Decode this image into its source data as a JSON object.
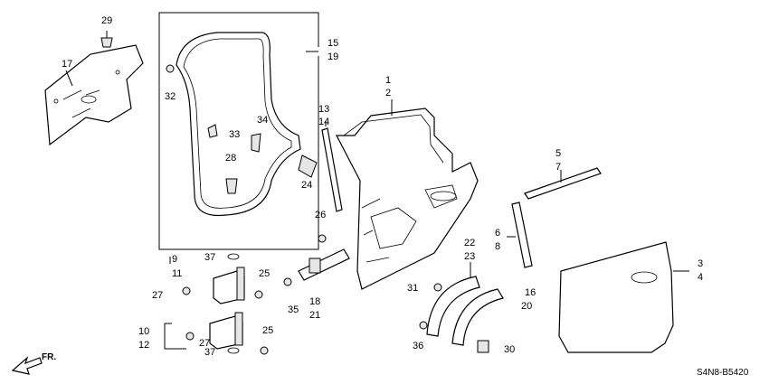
{
  "callouts": {
    "n1": "1",
    "n2": "2",
    "n3": "3",
    "n4": "4",
    "n5": "5",
    "n6": "6",
    "n7": "7",
    "n8": "8",
    "n9": "9",
    "n10": "10",
    "n11": "11",
    "n12": "12",
    "n13": "13",
    "n14": "14",
    "n15": "15",
    "n16": "16",
    "n17": "17",
    "n18": "18",
    "n19": "19",
    "n20": "20",
    "n21": "21",
    "n22": "22",
    "n23": "23",
    "n24": "24",
    "n25a": "25",
    "n25b": "25",
    "n26": "26",
    "n27a": "27",
    "n27b": "27",
    "n28": "28",
    "n29": "29",
    "n30": "30",
    "n31": "31",
    "n32": "32",
    "n33": "33",
    "n34": "34",
    "n35": "35",
    "n36": "36",
    "n37a": "37",
    "n37b": "37"
  },
  "direction_label": "FR.",
  "diagram_code": "S4N8-B5420"
}
